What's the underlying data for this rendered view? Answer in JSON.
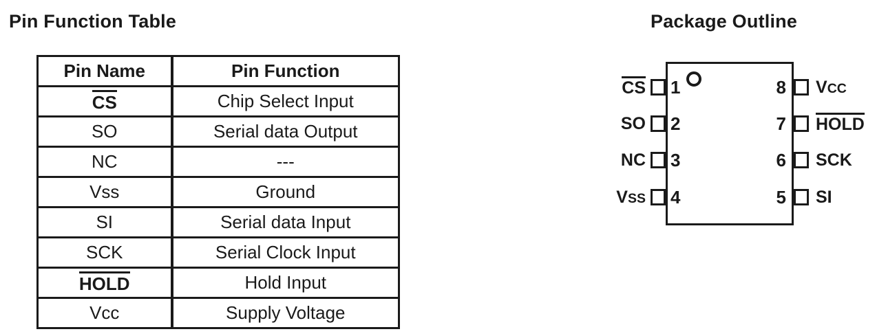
{
  "page": {
    "background": "#ffffff",
    "ink": "#1a1a1a"
  },
  "pin_function_table": {
    "title": "Pin Function Table",
    "columns": [
      "Pin Name",
      "Pin Function"
    ],
    "rows": [
      {
        "name": "CS",
        "overline": true,
        "bold": true,
        "smallcaps": false,
        "function": "Chip Select Input"
      },
      {
        "name": "SO",
        "overline": false,
        "bold": false,
        "smallcaps": false,
        "function": "Serial data Output"
      },
      {
        "name": "NC",
        "overline": false,
        "bold": false,
        "smallcaps": false,
        "function": "---"
      },
      {
        "name": "Vss",
        "overline": false,
        "bold": false,
        "smallcaps": false,
        "function": "Ground"
      },
      {
        "name": "SI",
        "overline": false,
        "bold": false,
        "smallcaps": false,
        "function": "Serial data Input"
      },
      {
        "name": "SCK",
        "overline": false,
        "bold": false,
        "smallcaps": false,
        "function": "Serial Clock Input"
      },
      {
        "name": "HOLD",
        "overline": true,
        "bold": true,
        "smallcaps": false,
        "function": "Hold Input"
      },
      {
        "name": "Vcc",
        "overline": false,
        "bold": false,
        "smallcaps": false,
        "function": "Supply Voltage"
      }
    ]
  },
  "package_outline": {
    "title": "Package Outline",
    "pin1_indicator": "circle",
    "left_pins": [
      {
        "number": "1",
        "label": "CS",
        "overline": true,
        "smallcaps": false
      },
      {
        "number": "2",
        "label": "SO",
        "overline": false,
        "smallcaps": false
      },
      {
        "number": "3",
        "label": "NC",
        "overline": false,
        "smallcaps": false
      },
      {
        "number": "4",
        "label": "Vss",
        "overline": false,
        "smallcaps": true
      }
    ],
    "right_pins": [
      {
        "number": "8",
        "label": "Vcc",
        "overline": false,
        "smallcaps": true
      },
      {
        "number": "7",
        "label": "HOLD",
        "overline": true,
        "smallcaps": false
      },
      {
        "number": "6",
        "label": "SCK",
        "overline": false,
        "smallcaps": false
      },
      {
        "number": "5",
        "label": "SI",
        "overline": false,
        "smallcaps": false
      }
    ]
  }
}
